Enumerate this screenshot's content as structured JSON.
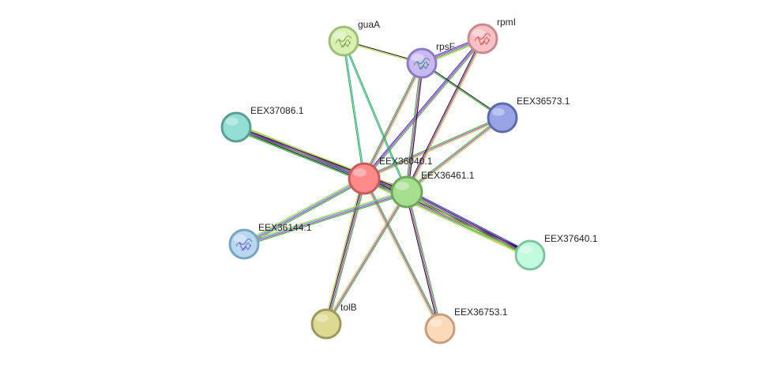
{
  "nodes": [
    {
      "id": "EEX36040.1",
      "label": "EEX36040.1",
      "fill": "#ff8a8a",
      "stroke": "#c85c5c",
      "glyph": false
    },
    {
      "id": "EEX36461.1",
      "label": "EEX36461.1",
      "fill": "#a6df8f",
      "stroke": "#6ea85a",
      "glyph": false
    },
    {
      "id": "guaA",
      "label": "guaA",
      "fill": "#d8f0b0",
      "stroke": "#9fbe78",
      "glyph": true,
      "glyph_color": "#7a9a4a"
    },
    {
      "id": "rpsF",
      "label": "rpsF",
      "fill": "#c9b8f2",
      "stroke": "#8c7cc4",
      "glyph": true,
      "glyph_color": "#3a8a7a"
    },
    {
      "id": "rpmI",
      "label": "rpmI",
      "fill": "#f7c0c4",
      "stroke": "#c68a8f",
      "glyph": true,
      "glyph_color": "#c85050"
    },
    {
      "id": "EEX36573.1",
      "label": "EEX36573.1",
      "fill": "#98a4e6",
      "stroke": "#5e6aac",
      "glyph": false
    },
    {
      "id": "EEX37086.1",
      "label": "EEX37086.1",
      "fill": "#93dfd3",
      "stroke": "#5a9e95",
      "glyph": false
    },
    {
      "id": "EEX36144.1",
      "label": "EEX36144.1",
      "fill": "#b9d8f0",
      "stroke": "#78a4c4",
      "glyph": true,
      "glyph_color": "#6a5acd"
    },
    {
      "id": "EEX37640.1",
      "label": "EEX37640.1",
      "fill": "#c2fae0",
      "stroke": "#7ec4a0",
      "glyph": false
    },
    {
      "id": "tolB",
      "label": "tolB",
      "fill": "#dcd990",
      "stroke": "#9c9a5e",
      "glyph": false
    },
    {
      "id": "EEX36753.1",
      "label": "EEX36753.1",
      "fill": "#fcd9b8",
      "stroke": "#c4a07e",
      "glyph": false
    }
  ],
  "edges": [
    {
      "source": "EEX36040.1",
      "target": "EEX36461.1",
      "colors": [
        "#3030d0",
        "#c030c0",
        "#30b030",
        "#1a1a1a",
        "#b0d040",
        "#30b0c0"
      ]
    },
    {
      "source": "EEX36040.1",
      "target": "EEX37086.1",
      "colors": [
        "#30b030",
        "#1a1a1a",
        "#3030d0",
        "#c030c0",
        "#30b0c0",
        "#b0d040"
      ]
    },
    {
      "source": "EEX36040.1",
      "target": "EEX37640.1",
      "colors": [
        "#3030d0",
        "#1a1a1a",
        "#c030c0",
        "#30b030",
        "#b0d040"
      ]
    },
    {
      "source": "EEX36040.1",
      "target": "EEX36144.1",
      "colors": [
        "#30b030",
        "#c030c0",
        "#30b0c0",
        "#b0d040"
      ]
    },
    {
      "source": "EEX36040.1",
      "target": "tolB",
      "colors": [
        "#30b030",
        "#c030c0",
        "#1a1a1a",
        "#b0d040"
      ]
    },
    {
      "source": "EEX36040.1",
      "target": "EEX36753.1",
      "colors": [
        "#30b030",
        "#c030c0",
        "#b0d040"
      ]
    },
    {
      "source": "EEX36040.1",
      "target": "guaA",
      "colors": [
        "#30b030",
        "#30b0c0"
      ]
    },
    {
      "source": "EEX36040.1",
      "target": "rpsF",
      "colors": [
        "#30b030",
        "#c030c0",
        "#b0d040"
      ]
    },
    {
      "source": "EEX36040.1",
      "target": "rpmI",
      "colors": [
        "#3030d0",
        "#c030c0",
        "#30b030"
      ]
    },
    {
      "source": "EEX36040.1",
      "target": "EEX36573.1",
      "colors": [
        "#30b030",
        "#c030c0",
        "#b0d040"
      ]
    },
    {
      "source": "EEX36461.1",
      "target": "EEX37086.1",
      "colors": [
        "#30b030",
        "#c030c0",
        "#1a1a1a",
        "#b0d040"
      ]
    },
    {
      "source": "EEX36461.1",
      "target": "EEX37640.1",
      "colors": [
        "#3030d0",
        "#1a1a1a",
        "#c030c0",
        "#30b030",
        "#b0d040"
      ]
    },
    {
      "source": "EEX36461.1",
      "target": "EEX36144.1",
      "colors": [
        "#30b030",
        "#c030c0",
        "#30b0c0",
        "#b0d040"
      ]
    },
    {
      "source": "EEX36461.1",
      "target": "tolB",
      "colors": [
        "#30b030",
        "#c030c0",
        "#b0d040"
      ]
    },
    {
      "source": "EEX36461.1",
      "target": "EEX36753.1",
      "colors": [
        "#30b030",
        "#c030c0",
        "#1a1a1a"
      ]
    },
    {
      "source": "EEX36461.1",
      "target": "guaA",
      "colors": [
        "#30b0c0",
        "#30b030"
      ]
    },
    {
      "source": "EEX36461.1",
      "target": "rpsF",
      "colors": [
        "#30b030",
        "#c030c0",
        "#1a1a1a"
      ]
    },
    {
      "source": "EEX36461.1",
      "target": "rpmI",
      "colors": [
        "#1a1a1a",
        "#c030c0",
        "#b0d040"
      ]
    },
    {
      "source": "EEX36461.1",
      "target": "EEX36573.1",
      "colors": [
        "#30b030",
        "#c030c0",
        "#b0d040"
      ]
    },
    {
      "source": "guaA",
      "target": "rpsF",
      "colors": [
        "#1a1a1a",
        "#b0d040"
      ]
    },
    {
      "source": "rpsF",
      "target": "rpmI",
      "colors": [
        "#3030d0",
        "#c030c0",
        "#30b030",
        "#b0d040"
      ]
    },
    {
      "source": "rpsF",
      "target": "EEX36573.1",
      "colors": [
        "#1a1a1a",
        "#30b030"
      ]
    }
  ]
}
